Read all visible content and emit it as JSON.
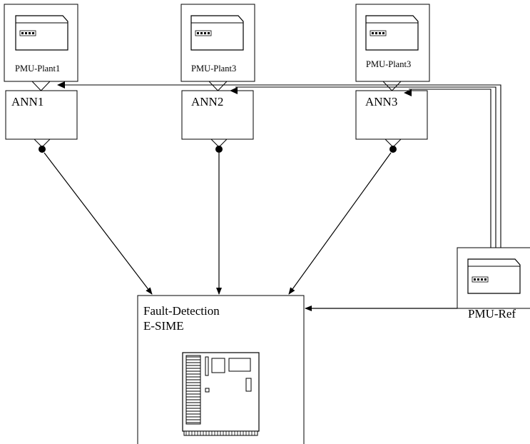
{
  "pmu_units": [
    {
      "label": "PMU-Plant1"
    },
    {
      "label": "PMU-Plant3"
    },
    {
      "label": "PMU-Plant3"
    }
  ],
  "ann_units": [
    {
      "label": "ANN1"
    },
    {
      "label": "ANN2"
    },
    {
      "label": "ANN3"
    }
  ],
  "fault_detection": {
    "line1": "Fault-Detection",
    "line2": "E-SIME"
  },
  "pmu_ref": {
    "label": "PMU-Ref"
  }
}
